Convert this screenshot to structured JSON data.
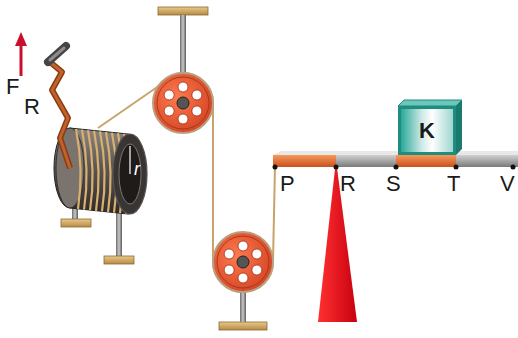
{
  "diagram": {
    "nodes": [
      {
        "text": [
          "K"
        ]
      }
    ],
    "labels": [
      "F",
      "R",
      "r",
      "P",
      "R",
      "S",
      "T",
      "V"
    ]
  }
}
